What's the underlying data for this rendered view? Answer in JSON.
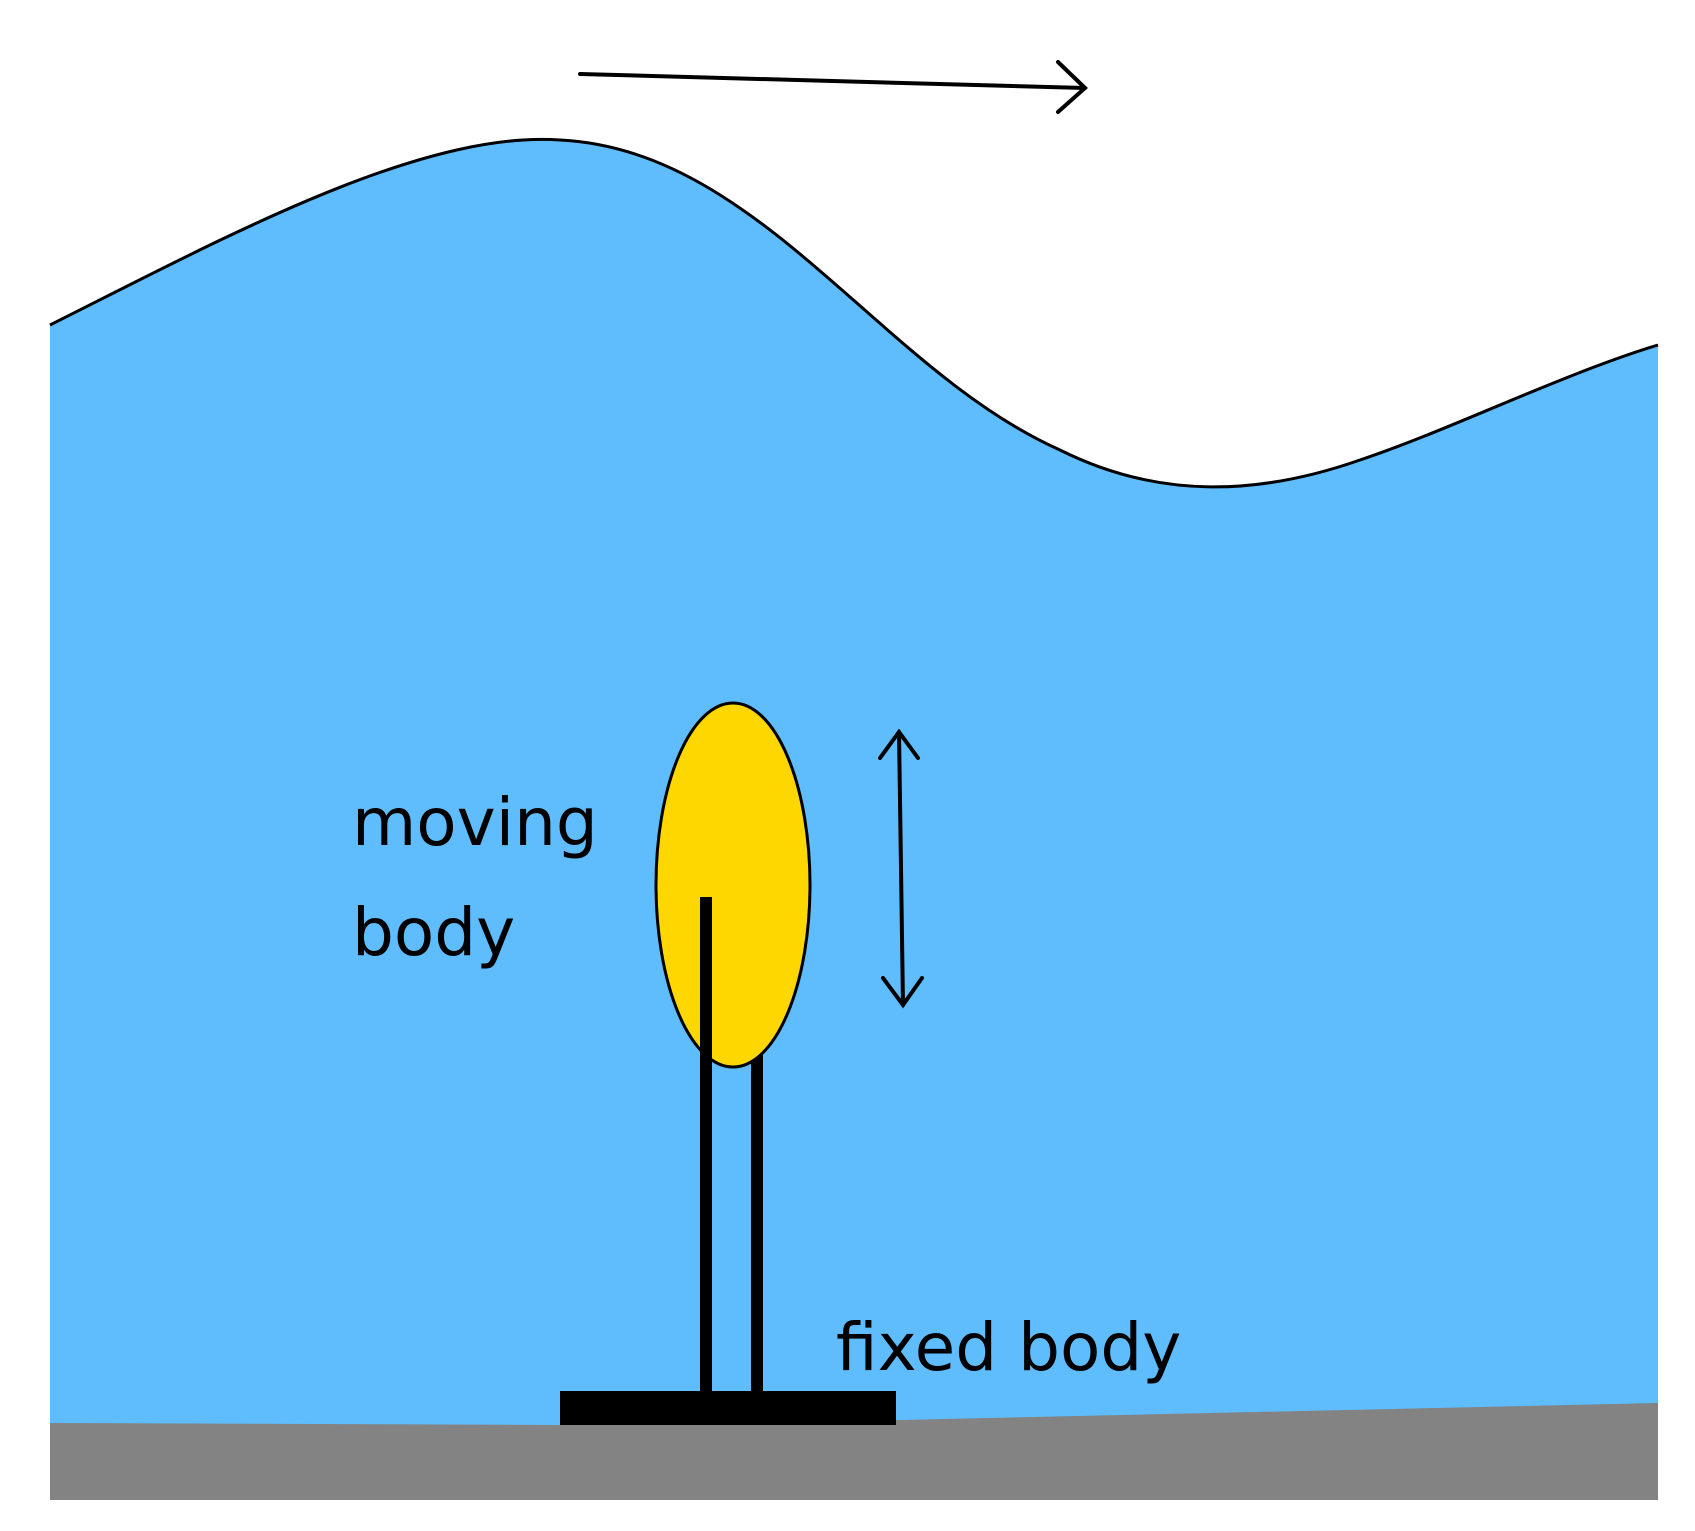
{
  "labels": {
    "moving_body_line1": "moving",
    "moving_body_line2": "body",
    "fixed_body": "fixed body"
  },
  "colors": {
    "water": "#5fbdfd",
    "seabed": "#838383",
    "moving_body": "#ffd700",
    "outline": "#000000"
  },
  "icons": {
    "wave_direction": "arrow-right-icon",
    "heave_motion": "double-arrow-vertical-icon"
  }
}
